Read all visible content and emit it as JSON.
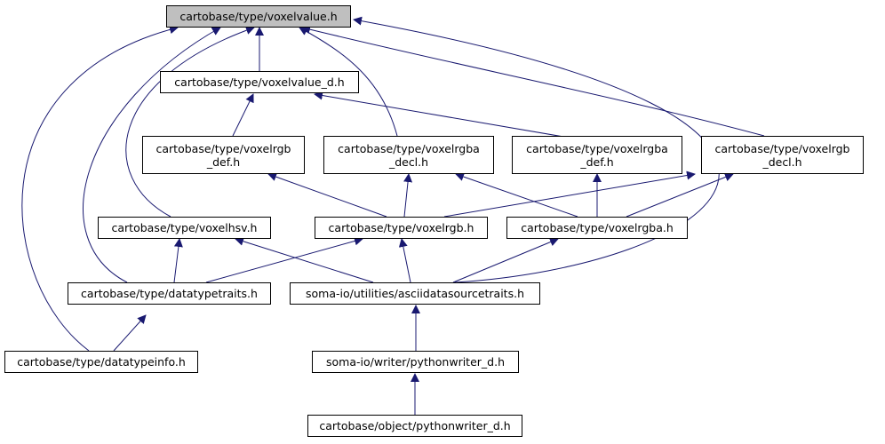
{
  "colors": {
    "edge": "#191970",
    "node_border": "#000000",
    "node_fill": "#ffffff",
    "current_fill": "#bfbfbf"
  },
  "nodes": {
    "voxelvalue": {
      "lines": [
        "cartobase/type/voxelvalue.h"
      ]
    },
    "voxelvalue_d": {
      "lines": [
        "cartobase/type/voxelvalue_d.h"
      ]
    },
    "voxelrgb_def": {
      "lines": [
        "cartobase/type/voxelrgb",
        "_def.h"
      ]
    },
    "voxelrgba_decl": {
      "lines": [
        "cartobase/type/voxelrgba",
        "_decl.h"
      ]
    },
    "voxelrgba_def": {
      "lines": [
        "cartobase/type/voxelrgba",
        "_def.h"
      ]
    },
    "voxelrgb_decl": {
      "lines": [
        "cartobase/type/voxelrgb",
        "_decl.h"
      ]
    },
    "voxelhsv": {
      "lines": [
        "cartobase/type/voxelhsv.h"
      ]
    },
    "voxelrgb": {
      "lines": [
        "cartobase/type/voxelrgb.h"
      ]
    },
    "voxelrgba": {
      "lines": [
        "cartobase/type/voxelrgba.h"
      ]
    },
    "datatypetraits": {
      "lines": [
        "cartobase/type/datatypetraits.h"
      ]
    },
    "asciidatasourcetraits": {
      "lines": [
        "soma-io/utilities/asciidatasourcetraits.h"
      ]
    },
    "datatypeinfo": {
      "lines": [
        "cartobase/type/datatypeinfo.h"
      ]
    },
    "pythonwriter_d": {
      "lines": [
        "soma-io/writer/pythonwriter_d.h"
      ]
    },
    "object_pythonwriter_d": {
      "lines": [
        "cartobase/object/pythonwriter_d.h"
      ]
    }
  }
}
